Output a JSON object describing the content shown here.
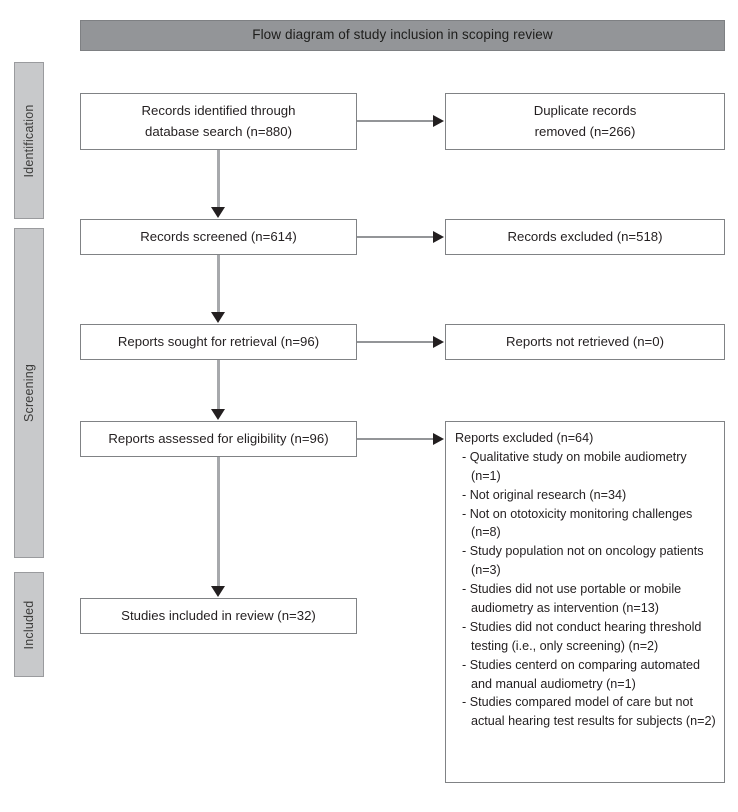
{
  "title": {
    "text": "Flow diagram of study inclusion in scoping review"
  },
  "colors": {
    "title_bar": "#939598",
    "stage_bar": "#c8c9cb",
    "box_border": "#808285",
    "connector": "#a7a9ac",
    "arrow": "#231f20",
    "text": "#231f20"
  },
  "stages": [
    {
      "id": "identification",
      "label": "Identification"
    },
    {
      "id": "screening",
      "label": "Screening"
    },
    {
      "id": "included",
      "label": "Included"
    }
  ],
  "boxes": {
    "records_identified": {
      "line1": "Records identified through",
      "line2": "database search (n=880)"
    },
    "duplicates_removed": {
      "line1": "Duplicate records",
      "line2": "removed (n=266)"
    },
    "records_screened": {
      "text": "Records screened (n=614)"
    },
    "records_excluded": {
      "text": "Records excluded (n=518)"
    },
    "reports_sought": {
      "text": "Reports sought for retrieval (n=96)"
    },
    "reports_not_retrieved": {
      "text": "Reports not retrieved (n=0)"
    },
    "reports_assessed": {
      "text": "Reports assessed for eligibility (n=96)"
    },
    "studies_included": {
      "text": "Studies included in review (n=32)"
    },
    "reports_excluded_detail": {
      "heading": "Reports excluded (n=64)",
      "items": [
        "- Qualitative study on mobile audiometry (n=1)",
        "- Not original research (n=34)",
        "- Not on ototoxicity monitoring challenges (n=8)",
        "- Study population not on oncology patients (n=3)",
        "- Studies did not use portable or mobile audiometry as intervention (n=13)",
        "- Studies did not conduct hearing threshold testing (i.e., only screening) (n=2)",
        "- Studies centerd on comparing automated and manual audiometry (n=1)",
        "- Studies compared model of care but not actual hearing test results for subjects (n=2)"
      ]
    }
  },
  "chart_data": {
    "type": "diagram",
    "title": "Flow diagram of study inclusion in scoping review",
    "diagram_kind": "prisma-flow-diagram",
    "stages": [
      "Identification",
      "Screening",
      "Included"
    ],
    "nodes": [
      {
        "id": "records_identified",
        "stage": "Identification",
        "label": "Records identified through database search",
        "n": 880,
        "column": "left"
      },
      {
        "id": "duplicates_removed",
        "stage": "Identification",
        "label": "Duplicate records removed",
        "n": 266,
        "column": "right"
      },
      {
        "id": "records_screened",
        "stage": "Screening",
        "label": "Records screened",
        "n": 614,
        "column": "left"
      },
      {
        "id": "records_excluded",
        "stage": "Screening",
        "label": "Records excluded",
        "n": 518,
        "column": "right"
      },
      {
        "id": "reports_sought",
        "stage": "Screening",
        "label": "Reports sought for retrieval",
        "n": 96,
        "column": "left"
      },
      {
        "id": "reports_not_retrieved",
        "stage": "Screening",
        "label": "Reports not retrieved",
        "n": 0,
        "column": "right"
      },
      {
        "id": "reports_assessed",
        "stage": "Screening",
        "label": "Reports assessed for eligibility",
        "n": 96,
        "column": "left"
      },
      {
        "id": "reports_excluded_detail",
        "stage": "Screening",
        "label": "Reports excluded",
        "n": 64,
        "column": "right"
      },
      {
        "id": "studies_included",
        "stage": "Included",
        "label": "Studies included in review",
        "n": 32,
        "column": "left"
      }
    ],
    "edges": [
      {
        "from": "records_identified",
        "to": "duplicates_removed",
        "direction": "right"
      },
      {
        "from": "records_identified",
        "to": "records_screened",
        "direction": "down"
      },
      {
        "from": "records_screened",
        "to": "records_excluded",
        "direction": "right"
      },
      {
        "from": "records_screened",
        "to": "reports_sought",
        "direction": "down"
      },
      {
        "from": "reports_sought",
        "to": "reports_not_retrieved",
        "direction": "right"
      },
      {
        "from": "reports_sought",
        "to": "reports_assessed",
        "direction": "down"
      },
      {
        "from": "reports_assessed",
        "to": "reports_excluded_detail",
        "direction": "right"
      },
      {
        "from": "reports_assessed",
        "to": "studies_included",
        "direction": "down"
      }
    ],
    "exclusion_reasons": [
      {
        "reason": "Qualitative study on mobile audiometry",
        "n": 1
      },
      {
        "reason": "Not original research",
        "n": 34
      },
      {
        "reason": "Not on ototoxicity monitoring challenges",
        "n": 8
      },
      {
        "reason": "Study population not on oncology patients",
        "n": 3
      },
      {
        "reason": "Studies did not use portable or mobile audiometry as intervention",
        "n": 13
      },
      {
        "reason": "Studies did not conduct hearing threshold testing (i.e., only screening)",
        "n": 2
      },
      {
        "reason": "Studies centerd on comparing automated and manual audiometry",
        "n": 1
      },
      {
        "reason": "Studies compared model of care but not actual hearing test results for subjects",
        "n": 2
      }
    ]
  }
}
